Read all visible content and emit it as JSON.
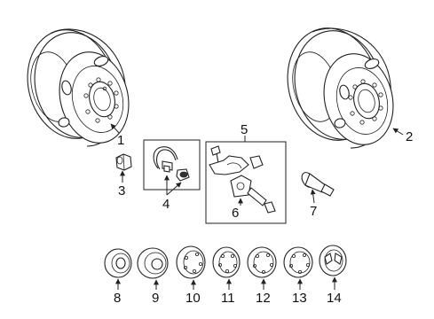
{
  "callouts": [
    "1",
    "2",
    "3",
    "4",
    "5",
    "6",
    "7",
    "8",
    "9",
    "10",
    "11",
    "12",
    "13",
    "14"
  ],
  "icons": [
    "wheel",
    "wheel",
    "lug-nut",
    "valve-stem-kit",
    "tpms-sensor-kit",
    "tpms-sensor",
    "valve-stem",
    "wheel-cover",
    "wheel-cover",
    "wheel-cover",
    "wheel-cover",
    "wheel-cover",
    "wheel-cover",
    "wheel-cover"
  ]
}
